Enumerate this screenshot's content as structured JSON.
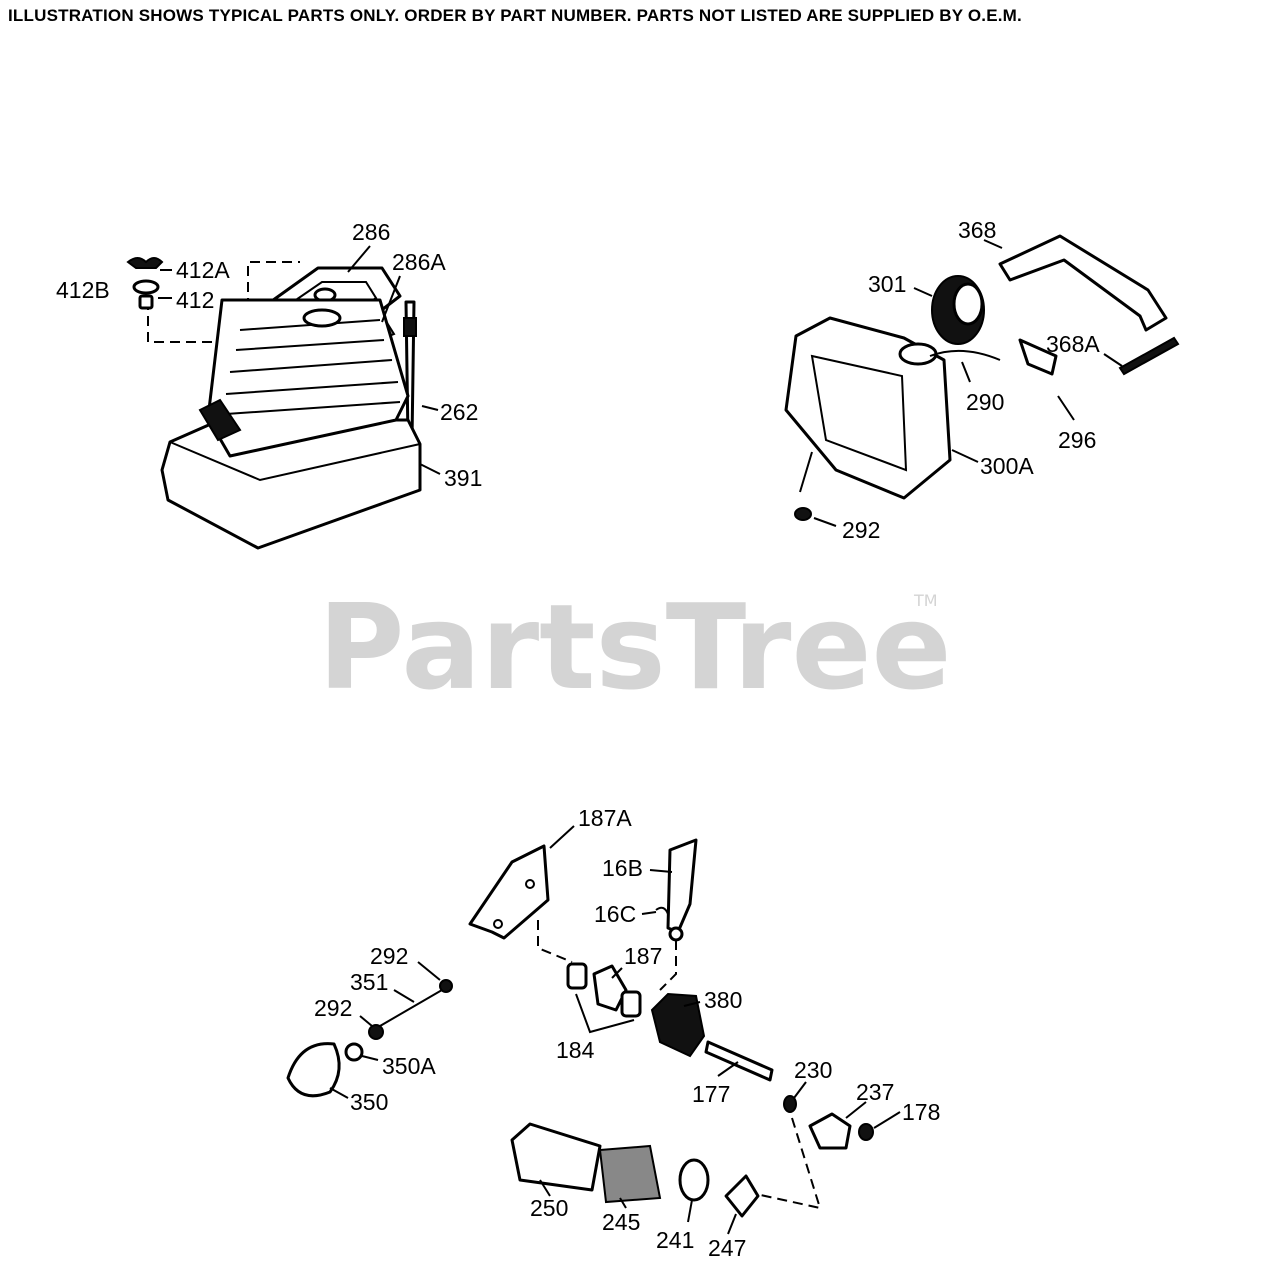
{
  "notice": "ILLUSTRATION SHOWS TYPICAL PARTS ONLY.  ORDER BY PART NUMBER.  PARTS NOT LISTED ARE SUPPLIED BY O.E.M.",
  "watermark": {
    "text": "PartsTree",
    "tm": "TM"
  },
  "callouts": {
    "c412B": "412B",
    "c412A": "412A",
    "c412": "412",
    "c286": "286",
    "c286A": "286A",
    "c262": "262",
    "c391": "391",
    "c368": "368",
    "c301": "301",
    "c368A": "368A",
    "c290": "290",
    "c296": "296",
    "c300A": "300A",
    "c292a": "292",
    "c187A": "187A",
    "c16B": "16B",
    "c16C": "16C",
    "c187": "187",
    "c380": "380",
    "c184": "184",
    "c292b": "292",
    "c351": "351",
    "c292c": "292",
    "c350A": "350A",
    "c350": "350",
    "c177": "177",
    "c230": "230",
    "c237": "237",
    "c178": "178",
    "c250": "250",
    "c245": "245",
    "c241": "241",
    "c247": "247"
  }
}
